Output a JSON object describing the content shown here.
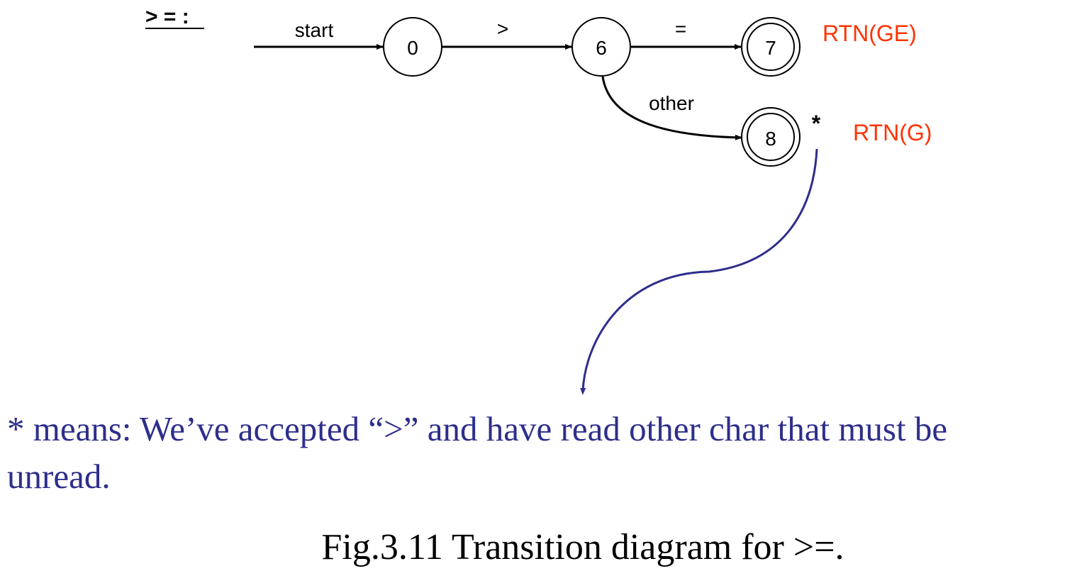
{
  "diagram": {
    "heading": "> = :",
    "states": [
      {
        "label": "0",
        "accepting": false
      },
      {
        "label": "6",
        "accepting": false
      },
      {
        "label": "7",
        "accepting": true
      },
      {
        "label": "8",
        "accepting": true
      }
    ],
    "transitions": [
      {
        "from": "start",
        "to": "0",
        "label": "start"
      },
      {
        "from": "0",
        "to": "6",
        "label": ">"
      },
      {
        "from": "6",
        "to": "7",
        "label": "="
      },
      {
        "from": "6",
        "to": "8",
        "label": "other"
      }
    ],
    "actions": [
      {
        "state": "7",
        "text": "RTN(GE)"
      },
      {
        "state": "8",
        "text": "RTN(G)"
      }
    ],
    "retract_marker": "*",
    "note_line1": "* means: We’ve accepted “>” and have read other char that must be",
    "note_line2": "unread.",
    "caption": "Fig.3.11 Transition diagram for >=."
  },
  "colors": {
    "stroke": "#000000",
    "action_text": "#ff3300",
    "note_text": "#2e2e8c",
    "note_arrow": "#2e2e8c",
    "caption_text": "#000000"
  }
}
